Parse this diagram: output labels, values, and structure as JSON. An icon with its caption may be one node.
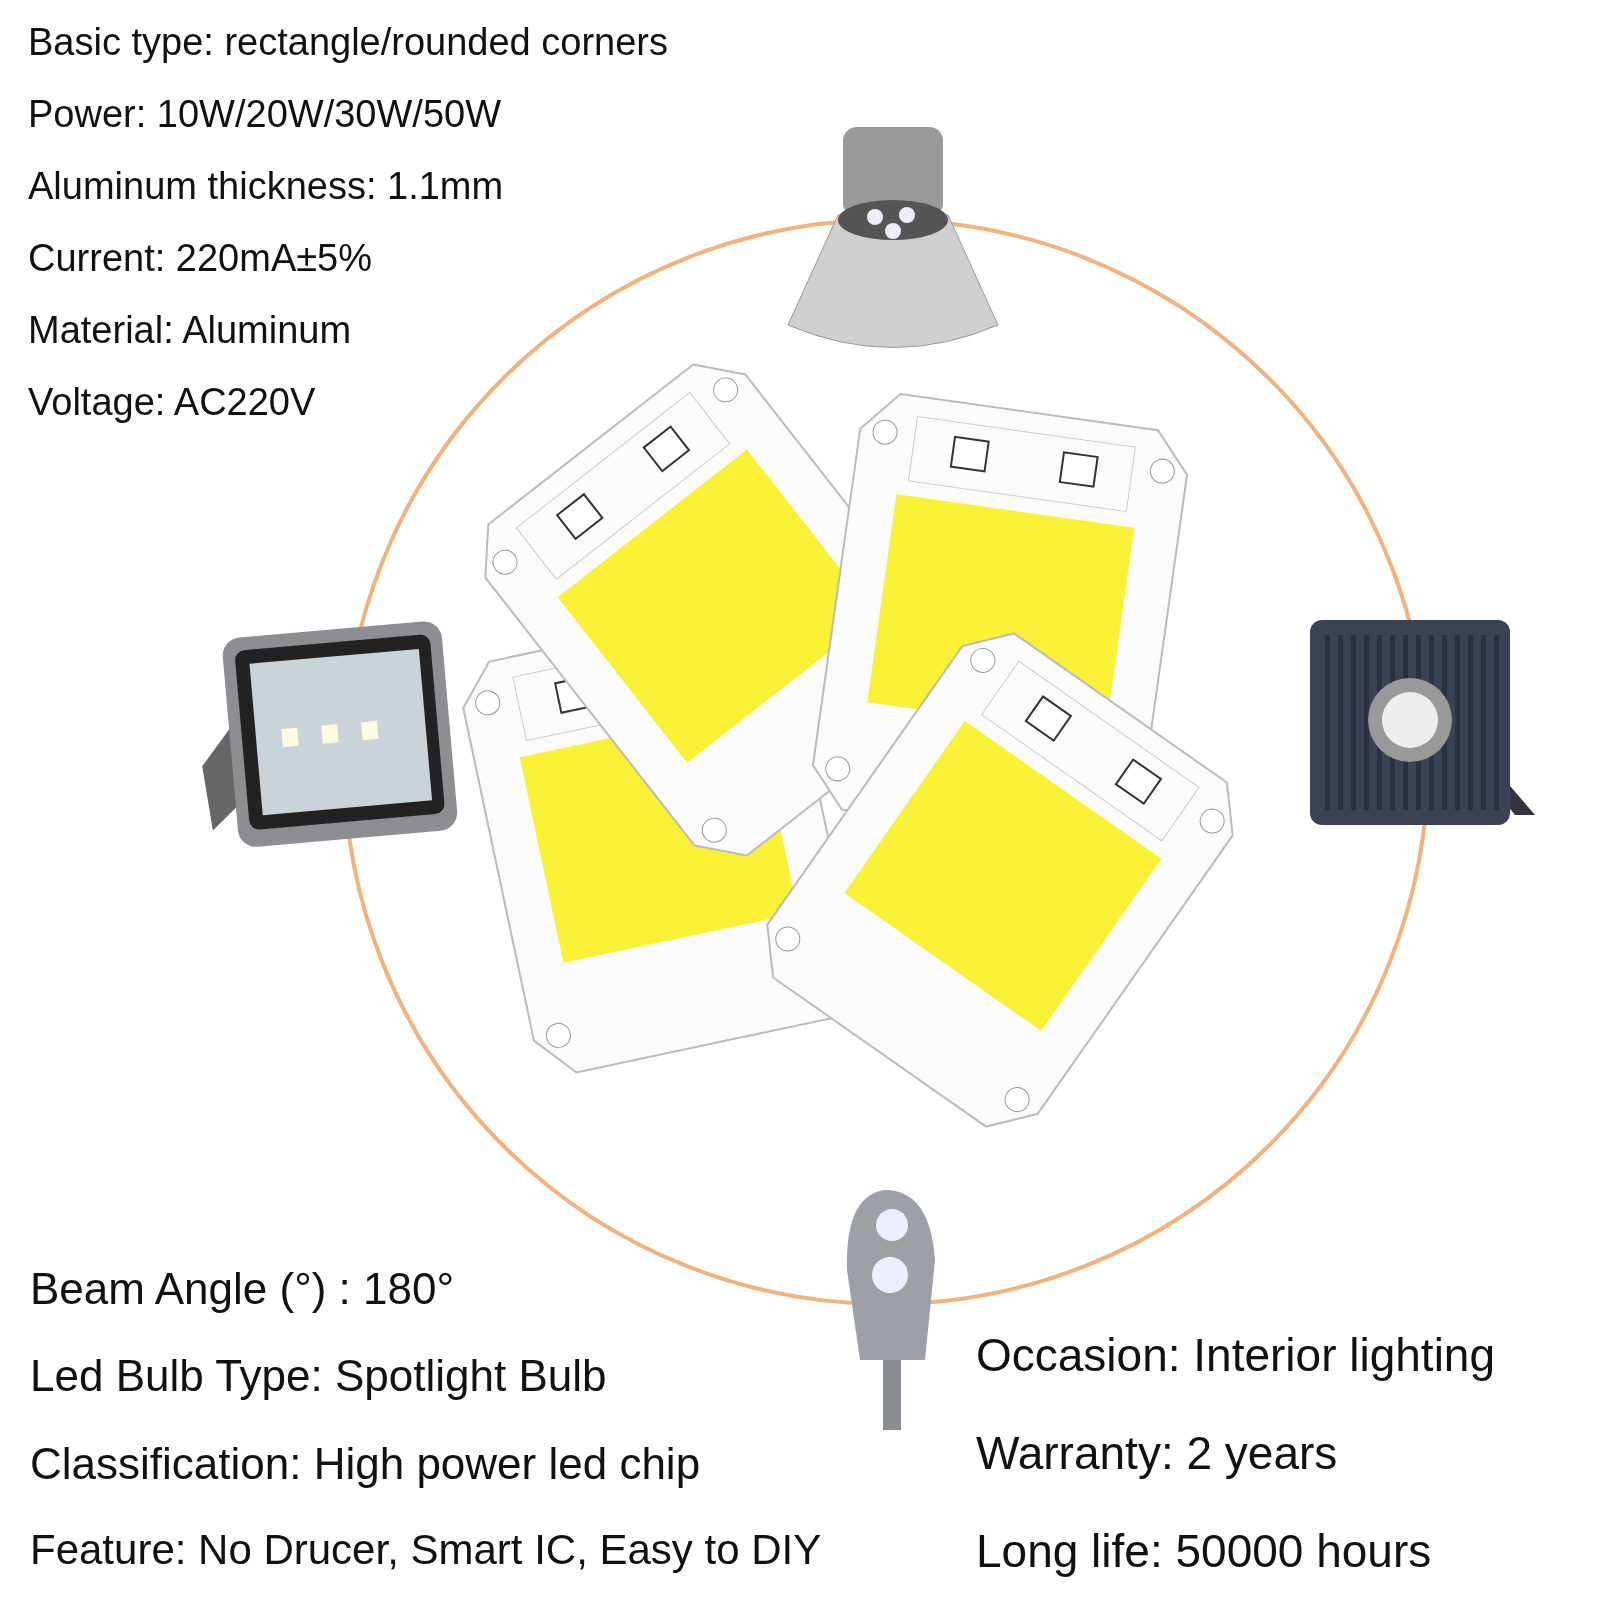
{
  "diagram": {
    "labels": [
      "Basic type: rectangle/rounded corners",
      "Power: 10W/20W/30W/50W",
      "Aluminum thickness: 1.1mm",
      "Current: 220mA±5%",
      "Material: Aluminum",
      "Voltage: AC220V",
      "Beam Angle (°) : 180°",
      "Led Bulb Type: Spotlight Bulb",
      "Classification: High power led chip",
      "Feature: No Drucer, Smart IC, Easy to DIY",
      "Occasion: Interior lighting",
      "Warranty: 2 years",
      "Long life: 50000 hours"
    ]
  }
}
